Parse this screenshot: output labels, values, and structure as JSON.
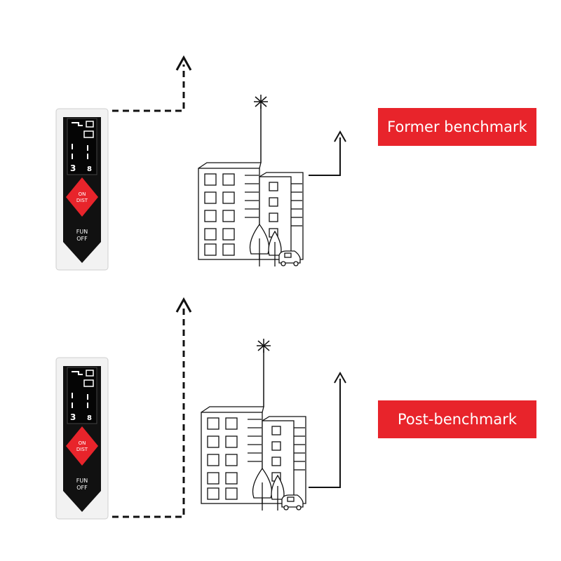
{
  "colors": {
    "label_bg": "#e8242b",
    "label_text": "#ffffff",
    "button_red": "#e8242b",
    "device_body": "#f2f2f2",
    "device_face": "#111111",
    "line": "#111111"
  },
  "scenes": [
    {
      "label": "Former benchmark",
      "device": {
        "on_button": [
          "ON",
          "DIST"
        ],
        "fun_button": [
          "FUN",
          "OFF"
        ],
        "screen_digit_left": "3",
        "screen_digit_right": "8"
      }
    },
    {
      "label": "Post-benchmark",
      "device": {
        "on_button": [
          "ON",
          "DIST"
        ],
        "fun_button": [
          "FUN",
          "OFF"
        ],
        "screen_digit_left": "3",
        "screen_digit_right": "8"
      }
    }
  ]
}
